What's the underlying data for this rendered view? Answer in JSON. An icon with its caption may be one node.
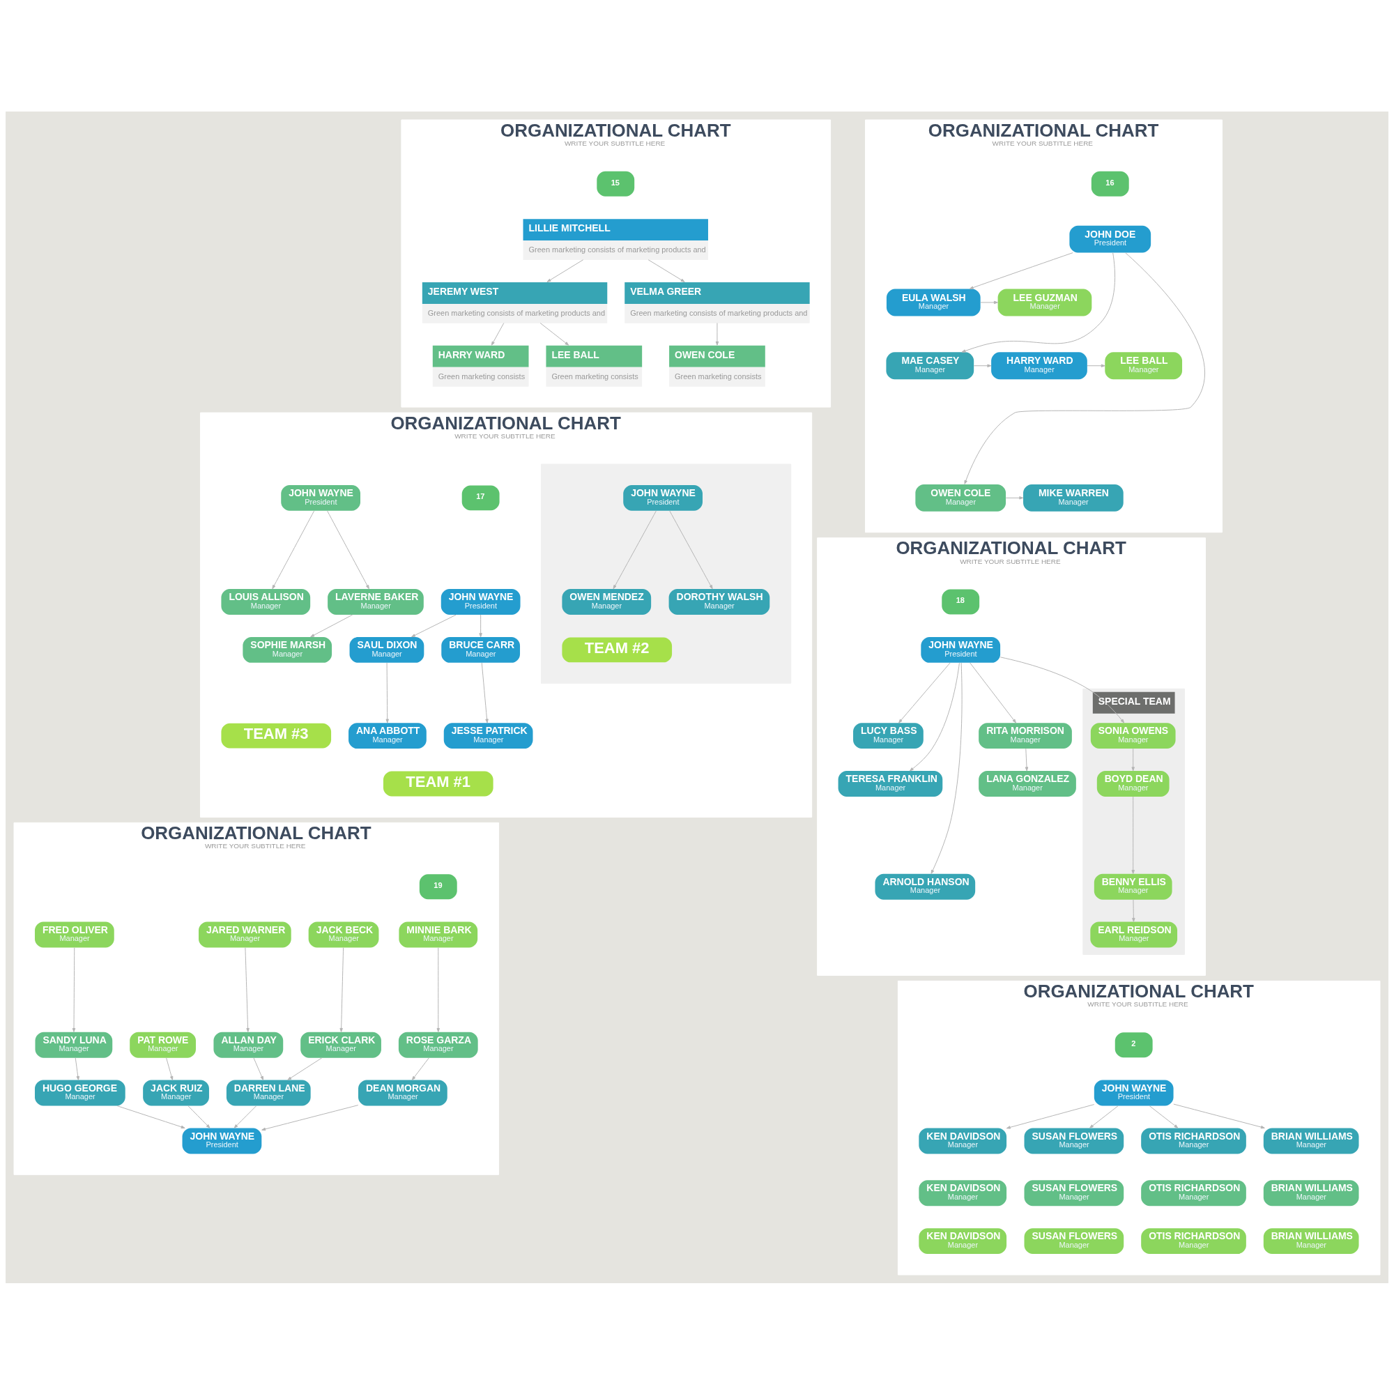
{
  "diagram": {
    "nodes": [
      {
        "text": [
          "ORGANIZATIONAL CHART",
          "WRITE YOUR SUBTITLE HERE"
        ]
      },
      {
        "text": [
          "15"
        ],
        "in": 0
      },
      {
        "text": [
          "LILLIE MITCHELL",
          "Green marketing consists of marketing products and"
        ],
        "in": 0
      },
      {
        "text": [
          "JEREMY WEST",
          "Green marketing consists of marketing products and"
        ],
        "in": 0
      },
      {
        "text": [
          "VELMA GREER",
          "Green marketing consists of marketing products and"
        ],
        "in": 0
      },
      {
        "text": [
          "HARRY WARD",
          "Green marketing consists"
        ],
        "in": 0
      },
      {
        "text": [
          "LEE BALL",
          "Green marketing consists"
        ],
        "in": 0
      },
      {
        "text": [
          "OWEN COLE",
          "Green marketing consists"
        ],
        "in": 0
      },
      {
        "text": [
          "ORGANIZATIONAL CHART",
          "WRITE YOUR SUBTITLE HERE"
        ]
      },
      {
        "text": [
          "16"
        ],
        "in": 8
      },
      {
        "text": [
          "JOHN DOE",
          "President"
        ],
        "in": 8
      },
      {
        "text": [
          "EULA WALSH",
          "Manager"
        ],
        "in": 8
      },
      {
        "text": [
          "LEE GUZMAN",
          "Manager"
        ],
        "in": 8
      },
      {
        "text": [
          "MAE CASEY",
          "Manager"
        ],
        "in": 8
      },
      {
        "text": [
          "HARRY WARD",
          "Manager"
        ],
        "in": 8
      },
      {
        "text": [
          "LEE BALL",
          "Manager"
        ],
        "in": 8
      },
      {
        "text": [
          "OWEN COLE",
          "Manager"
        ],
        "in": 8
      },
      {
        "text": [
          "MIKE WARREN",
          "Manager"
        ],
        "in": 8
      },
      {
        "text": [
          "ORGANIZATIONAL CHART",
          "WRITE YOUR SUBTITLE HERE"
        ]
      },
      {
        "text": [
          "17"
        ],
        "in": 18
      },
      {
        "text": [],
        "shape": "band",
        "in": 18
      },
      {
        "text": [
          "JOHN WAYNE",
          "President"
        ],
        "in": 18
      },
      {
        "text": [
          "SAUL DIXON",
          "Manager"
        ],
        "in": 18
      },
      {
        "text": [
          "BRUCE CARR",
          "Manager"
        ],
        "in": 18
      },
      {
        "text": [
          "ANA ABBOTT",
          "Manager"
        ],
        "in": 18
      },
      {
        "text": [
          "JESSE PATRICK",
          "Manager"
        ],
        "in": 18
      },
      {
        "text": [
          "TEAM #1"
        ],
        "in": 18
      },
      {
        "text": [
          "JOHN WAYNE",
          "President"
        ],
        "in": 20
      },
      {
        "text": [
          "OWEN MENDEZ",
          "Manager"
        ],
        "in": 20
      },
      {
        "text": [
          "DOROTHY WALSH",
          "Manager"
        ],
        "in": 20
      },
      {
        "text": [
          "TEAM #2"
        ],
        "in": 20
      },
      {
        "text": [
          "JOHN WAYNE",
          "President"
        ],
        "in": 18
      },
      {
        "text": [
          "LOUIS ALLISON",
          "Manager"
        ],
        "in": 18
      },
      {
        "text": [
          "LAVERNE BAKER",
          "Manager"
        ],
        "in": 18
      },
      {
        "text": [
          "SOPHIE MARSH",
          "Manager"
        ],
        "in": 18
      },
      {
        "text": [
          "TEAM #3"
        ],
        "in": 18
      },
      {
        "text": [
          "ORGANIZATIONAL CHART",
          "WRITE YOUR SUBTITLE HERE"
        ]
      },
      {
        "text": [
          "18"
        ],
        "in": 36
      },
      {
        "text": [
          "JOHN WAYNE",
          "President"
        ],
        "in": 36
      },
      {
        "text": [
          "LUCY BASS",
          "Manager"
        ],
        "in": 36
      },
      {
        "text": [
          "TERESA FRANKLIN",
          "Manager"
        ],
        "in": 36
      },
      {
        "text": [
          "ARNOLD HANSON",
          "Manager"
        ],
        "in": 36
      },
      {
        "text": [
          "RITA MORRISON",
          "Manager"
        ],
        "in": 36
      },
      {
        "text": [
          "LANA GONZALEZ",
          "Manager"
        ],
        "in": 36
      },
      {
        "text": [
          "SPECIAL TEAM"
        ],
        "in": 36
      },
      {
        "text": [
          "SONIA OWENS",
          "Manager"
        ],
        "in": 44
      },
      {
        "text": [
          "BOYD DEAN",
          "Manager"
        ],
        "in": 44
      },
      {
        "text": [
          "BENNY ELLIS",
          "Manager"
        ],
        "in": 44
      },
      {
        "text": [
          "EARL REIDSON",
          "Manager"
        ],
        "in": 44
      },
      {
        "text": [
          "ORGANIZATIONAL CHART",
          "WRITE YOUR SUBTITLE HERE"
        ]
      },
      {
        "text": [
          "19"
        ],
        "in": 49
      },
      {
        "text": [
          "MINNIE BARK",
          "Manager"
        ],
        "in": 49
      },
      {
        "text": [
          "JACK BECK",
          "Manager"
        ],
        "in": 49
      },
      {
        "text": [
          "JARED WARNER",
          "Manager"
        ],
        "in": 49
      },
      {
        "text": [
          "PAT ROWE",
          "Manager"
        ],
        "in": 49
      },
      {
        "text": [
          "FRED OLIVER",
          "Manager"
        ],
        "in": 49
      },
      {
        "text": [
          "ROSE GARZA",
          "Manager"
        ],
        "in": 49
      },
      {
        "text": [
          "ERICK CLARK",
          "Manager"
        ],
        "in": 49
      },
      {
        "text": [
          "ALLAN DAY",
          "Manager"
        ],
        "in": 49
      },
      {
        "text": [
          "SANDY LUNA",
          "Manager"
        ],
        "in": 49
      },
      {
        "text": [
          "DEAN MORGAN",
          "Manager"
        ],
        "in": 49
      },
      {
        "text": [
          "DARREN LANE",
          "Manager"
        ],
        "in": 49
      },
      {
        "text": [
          "JACK RUIZ",
          "Manager"
        ],
        "in": 49
      },
      {
        "text": [
          "HUGO GEORGE",
          "Manager"
        ],
        "in": 49
      },
      {
        "text": [
          "JOHN WAYNE",
          "President"
        ],
        "in": 49
      },
      {
        "text": [
          "ORGANIZATIONAL CHART",
          "WRITE YOUR SUBTITLE HERE"
        ]
      },
      {
        "text": [
          "2"
        ],
        "in": 65
      },
      {
        "text": [
          "JOHN WAYNE",
          "President"
        ],
        "in": 65
      },
      {
        "text": [
          "KEN DAVIDSON",
          "Manager"
        ],
        "in": 65
      },
      {
        "text": [
          "SUSAN FLOWERS",
          "Manager"
        ],
        "in": 65
      },
      {
        "text": [
          "OTIS RICHARDSON",
          "Manager"
        ],
        "in": 65
      },
      {
        "text": [
          "BRIAN WILLIAMS",
          "Manager"
        ],
        "in": 65
      },
      {
        "text": [
          "KEN DAVIDSON",
          "Manager"
        ],
        "in": 65
      },
      {
        "text": [
          "SUSAN FLOWERS",
          "Manager"
        ],
        "in": 65
      },
      {
        "text": [
          "OTIS RICHARDSON",
          "Manager"
        ],
        "in": 65
      },
      {
        "text": [
          "BRIAN WILLIAMS",
          "Manager"
        ],
        "in": 65
      },
      {
        "text": [
          "KEN DAVIDSON",
          "Manager"
        ],
        "in": 65
      },
      {
        "text": [
          "SUSAN FLOWERS",
          "Manager"
        ],
        "in": 65
      },
      {
        "text": [
          "OTIS RICHARDSON",
          "Manager"
        ],
        "in": 65
      },
      {
        "text": [
          "BRIAN WILLIAMS",
          "Manager"
        ],
        "in": 65
      }
    ],
    "edges": [
      {
        "from": 2,
        "to": 3,
        "arrow": "to"
      },
      {
        "from": 2,
        "to": 4,
        "arrow": "to"
      },
      {
        "from": 3,
        "to": 5,
        "arrow": "to"
      },
      {
        "from": 3,
        "to": 6,
        "arrow": "to"
      },
      {
        "from": 4,
        "to": 7,
        "arrow": "to"
      },
      {
        "from": 10,
        "to": 11,
        "arrow": "to"
      },
      {
        "from": 10,
        "to": 13,
        "arrow": "to"
      },
      {
        "from": 10,
        "to": 16,
        "arrow": "to"
      },
      {
        "from": 11,
        "to": 12,
        "arrow": "to"
      },
      {
        "from": 13,
        "to": 14,
        "arrow": "to"
      },
      {
        "from": 14,
        "to": 15,
        "arrow": "to"
      },
      {
        "from": 16,
        "to": 17,
        "arrow": "to"
      },
      {
        "from": 21,
        "to": 22,
        "arrow": "to"
      },
      {
        "from": 21,
        "to": 23,
        "arrow": "to"
      },
      {
        "from": 22,
        "to": 24,
        "arrow": "to"
      },
      {
        "from": 23,
        "to": 25,
        "arrow": "to"
      },
      {
        "from": 27,
        "to": 28,
        "arrow": "to"
      },
      {
        "from": 27,
        "to": 29,
        "arrow": "to"
      },
      {
        "from": 31,
        "to": 32,
        "arrow": "to"
      },
      {
        "from": 31,
        "to": 33,
        "arrow": "to"
      },
      {
        "from": 33,
        "to": 34,
        "arrow": "to"
      },
      {
        "from": 38,
        "to": 39,
        "arrow": "to"
      },
      {
        "from": 38,
        "to": 40,
        "arrow": "to"
      },
      {
        "from": 38,
        "to": 41,
        "arrow": "to"
      },
      {
        "from": 38,
        "to": 42,
        "arrow": "to"
      },
      {
        "from": 38,
        "to": 45,
        "arrow": "to"
      },
      {
        "from": 42,
        "to": 43,
        "arrow": "to"
      },
      {
        "from": 45,
        "to": 46,
        "arrow": "to"
      },
      {
        "from": 46,
        "to": 47,
        "arrow": "to"
      },
      {
        "from": 47,
        "to": 48,
        "arrow": "to"
      },
      {
        "from": 51,
        "to": 56,
        "arrow": "to"
      },
      {
        "from": 52,
        "to": 57,
        "arrow": "to"
      },
      {
        "from": 53,
        "to": 58,
        "arrow": "to"
      },
      {
        "from": 55,
        "to": 59,
        "arrow": "to"
      },
      {
        "from": 56,
        "to": 60,
        "arrow": "to"
      },
      {
        "from": 57,
        "to": 61,
        "arrow": "to"
      },
      {
        "from": 58,
        "to": 61,
        "arrow": "to"
      },
      {
        "from": 54,
        "to": 62,
        "arrow": "to"
      },
      {
        "from": 59,
        "to": 63,
        "arrow": "to"
      },
      {
        "from": 60,
        "to": 64,
        "arrow": "to"
      },
      {
        "from": 61,
        "to": 64,
        "arrow": "to"
      },
      {
        "from": 62,
        "to": 64,
        "arrow": "to"
      },
      {
        "from": 63,
        "to": 64,
        "arrow": "to"
      },
      {
        "from": 67,
        "to": 68,
        "arrow": "to"
      },
      {
        "from": 67,
        "to": 69,
        "arrow": "to"
      },
      {
        "from": 67,
        "to": 70,
        "arrow": "to"
      },
      {
        "from": 67,
        "to": 71,
        "arrow": "to"
      }
    ]
  }
}
